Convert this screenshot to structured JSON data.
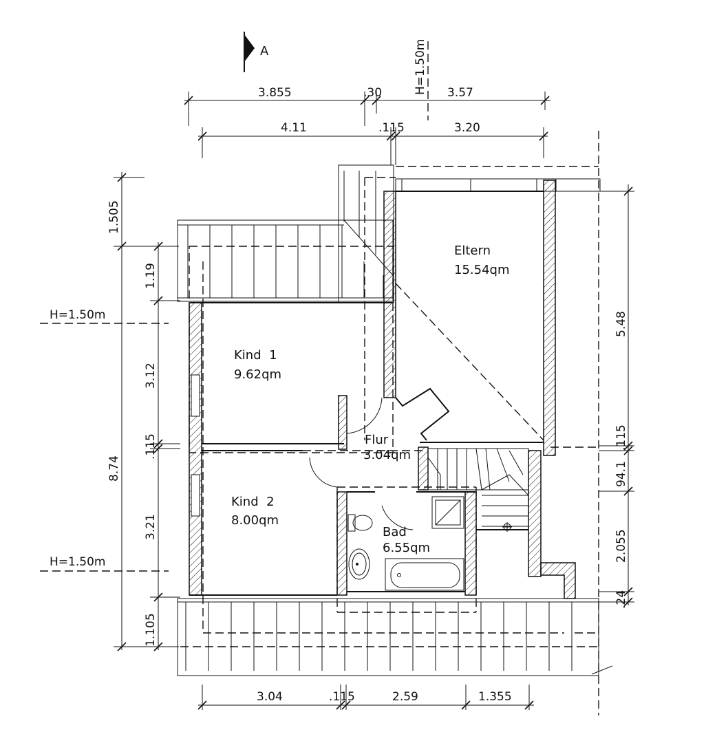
{
  "section_marker": "A",
  "height_notes": {
    "top": "H=1.50m",
    "left_upper": "H=1.50m",
    "left_lower": "H=1.50m"
  },
  "rooms": {
    "eltern": {
      "name": "Eltern",
      "area": "15.54qm"
    },
    "kind1": {
      "name": "Kind  1",
      "area": "9.62qm"
    },
    "kind2": {
      "name": "Kind  2",
      "area": "8.00qm"
    },
    "flur": {
      "name": "Flur",
      "area": "3.04qm"
    },
    "bad": {
      "name": "Bad",
      "area": "6.55qm"
    }
  },
  "dimensions": {
    "top_row1": [
      "3.855",
      ".30",
      "3.57"
    ],
    "top_row2": [
      "4.11",
      ".115",
      "3.20"
    ],
    "left_outer": [
      "1.505",
      "8.74"
    ],
    "left_inner": [
      "1.19",
      "3.12",
      ".115",
      "3.21",
      "1.105"
    ],
    "right": [
      "5.48",
      ".115",
      "94.1",
      "2.055",
      ".24"
    ],
    "bottom": [
      "3.04",
      ".115",
      "2.59",
      "1.355"
    ]
  }
}
